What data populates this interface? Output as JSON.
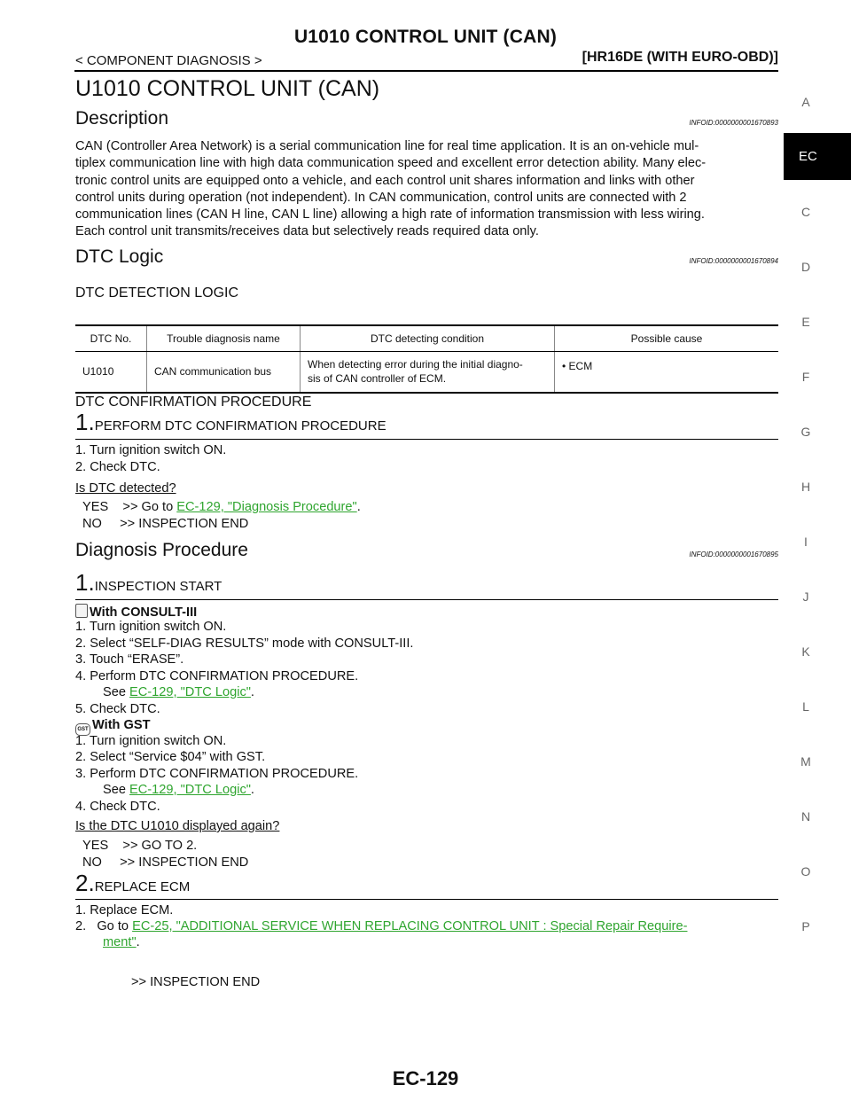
{
  "header": {
    "title": "U1010 CONTROL UNIT (CAN)",
    "breadcrumb": "< COMPONENT DIAGNOSIS >",
    "model": "[HR16DE (WITH EURO-OBD)]"
  },
  "page_heading": "U1010 CONTROL UNIT (CAN)",
  "description": {
    "heading": "Description",
    "infoid": "INFOID:0000000001670893",
    "lines": [
      "CAN (Controller Area Network) is a serial communication line for real time application. It is an on-vehicle mul-",
      "tiplex communication line with high data communication speed and excellent error detection ability. Many elec-",
      "tronic control units are equipped onto a vehicle, and each control unit shares information and links with other",
      "control units during operation (not independent). In CAN communication, control units are connected with 2",
      "communication lines (CAN H line, CAN L line) allowing a high rate of information transmission with less wiring.",
      "Each control unit transmits/receives data but selectively reads required data only."
    ]
  },
  "dtc_logic": {
    "heading": "DTC Logic",
    "infoid": "INFOID:0000000001670894",
    "detection_heading": "DTC DETECTION LOGIC",
    "table": {
      "headers": [
        "DTC No.",
        "Trouble diagnosis name",
        "DTC detecting condition",
        "Possible cause"
      ],
      "row": {
        "dtc": "U1010",
        "name": "CAN communication bus",
        "condition_1": "When detecting error during the initial diagno-",
        "condition_2": "sis of CAN controller of ECM.",
        "cause": "ECM"
      }
    },
    "confirmation_heading": "DTC CONFIRMATION PROCEDURE",
    "step": {
      "number": "1.",
      "label": "PERFORM DTC CONFIRMATION PROCEDURE",
      "items": [
        "1.   Turn ignition switch ON.",
        "2.   Check DTC."
      ],
      "question": "Is DTC detected?",
      "yes_prefix": "YES    >> Go to ",
      "yes_link": "EC-129, \"Diagnosis Procedure\"",
      "yes_suffix": ".",
      "no": "NO     >> INSPECTION END"
    }
  },
  "diagnosis": {
    "heading": "Diagnosis Procedure",
    "infoid": "INFOID:0000000001670895",
    "step1": {
      "number": "1.",
      "label": "INSPECTION START",
      "consult_title": "With CONSULT-III",
      "consult_items": [
        "1.   Turn ignition switch ON.",
        "2.   Select “SELF-DIAG RESULTS” mode with CONSULT-III.",
        "3.   Touch “ERASE”.",
        "4.   Perform DTC CONFIRMATION PROCEDURE."
      ],
      "see_prefix": "See ",
      "see_link": "EC-129, \"DTC Logic\"",
      "see_suffix": ".",
      "consult_item5": "5.   Check DTC.",
      "gst_badge": "GST",
      "gst_title": "With GST",
      "gst_items": [
        "1.   Turn ignition switch ON.",
        "2.   Select “Service $04” with GST.",
        "3.   Perform DTC CONFIRMATION PROCEDURE."
      ],
      "gst_item4": "4.   Check DTC.",
      "question": "Is the DTC U1010 displayed again?",
      "yes": "YES    >> GO TO 2.",
      "no": "NO     >> INSPECTION END"
    },
    "step2": {
      "number": "2.",
      "label": "REPLACE ECM",
      "item1": "1.   Replace ECM.",
      "item2_prefix": "2.   Go to ",
      "item2_link_1": "EC-25, \"ADDITIONAL SERVICE WHEN REPLACING CONTROL UNIT : Special Repair Require-",
      "item2_link_2": "ment\"",
      "item2_suffix": ".",
      "end": ">> INSPECTION END"
    }
  },
  "sidebar": {
    "letters": [
      "A",
      "EC",
      "C",
      "D",
      "E",
      "F",
      "G",
      "H",
      "I",
      "J",
      "K",
      "L",
      "M",
      "N",
      "O",
      "P"
    ],
    "active": "EC"
  },
  "footer": {
    "page": "EC-129"
  }
}
